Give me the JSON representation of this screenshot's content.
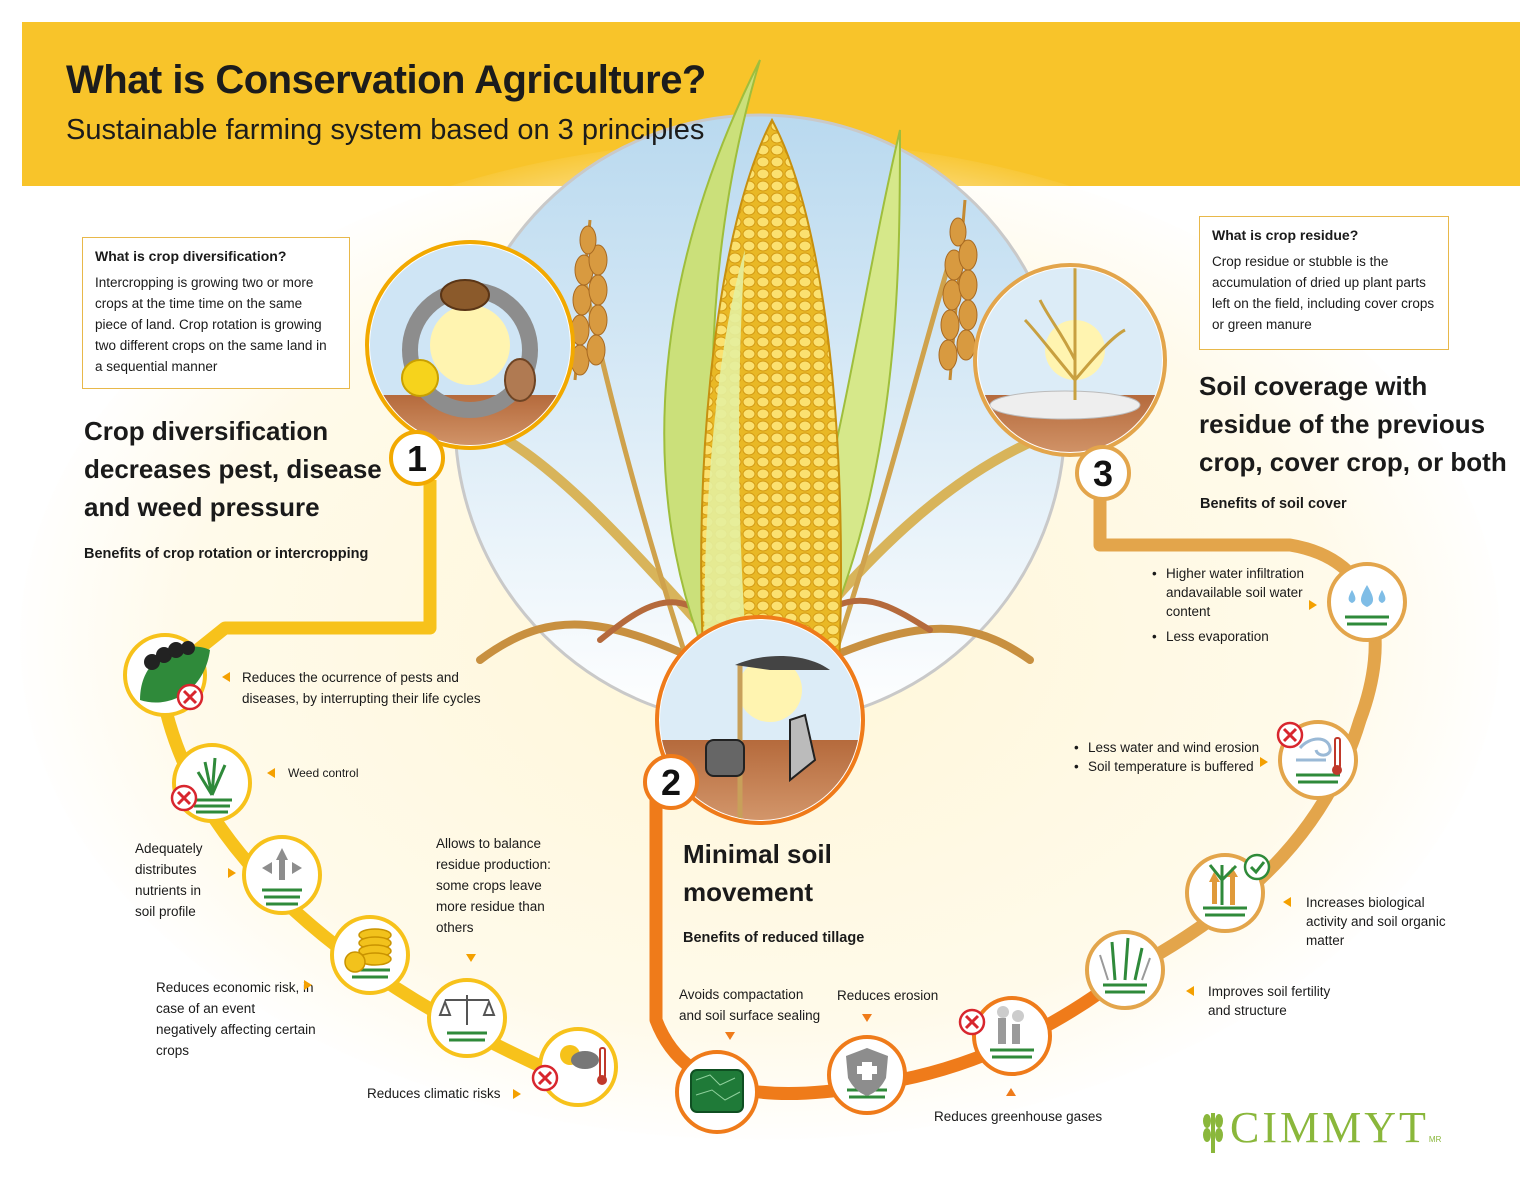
{
  "header": {
    "title": "What is Conservation Agriculture?",
    "subtitle": "Sustainable farming system based on 3 principles"
  },
  "colors": {
    "banner": "#f8c42a",
    "path_yellow": "#f7c21b",
    "path_orange": "#ef7b1a",
    "path_tan": "#e3a54b",
    "icon_green": "#2f8a3a",
    "red_x": "#d8262e"
  },
  "principle1": {
    "number": "1",
    "box_question": "What is crop diversification?",
    "box_answer": "Intercropping is growing two or more crops at the time time on the same piece of land. Crop rotation is growing two different crops on the same land in a sequential manner",
    "heading": "Crop diversification decreases pest, disease and weed pressure",
    "benefits_title": "Benefits of crop rotation or intercropping",
    "benefits": {
      "pests": "Reduces the ocurrence of pests and diseases, by interrupting their life cycles",
      "weeds": "Weed control",
      "nutrients": "Adequately distributes nutrients in soil profile",
      "residue": "Allows to balance residue production: some crops leave more residue than others",
      "economic": "Reduces economic risk, in case  of an event negatively affecting certain crops",
      "climatic": "Reduces climatic risks"
    }
  },
  "principle2": {
    "number": "2",
    "heading": "Minimal soil movement",
    "benefits_title": "Benefits of reduced tillage",
    "benefits": {
      "compaction": "Avoids compactation and soil surface sealing",
      "erosion": "Reduces erosion",
      "ghg": "Reduces greenhouse gases"
    }
  },
  "principle3": {
    "number": "3",
    "box_question": "What is crop residue?",
    "box_answer": "Crop residue or stubble is the accumulation of dried up plant parts left on the field, including cover crops or green manure",
    "heading": "Soil coverage with residue of the previous crop, cover crop, or both",
    "benefits_title": "Benefits of soil cover",
    "water": [
      "Higher water infiltration andavailable soil water content",
      "Less evaporation"
    ],
    "erosion": [
      "Less water and wind erosion",
      "Soil temperature is buffered"
    ],
    "biological": "Increases biological activity and soil organic matter",
    "fertility": "Improves soil fertility and structure"
  },
  "logo": {
    "text": "CIMMYT",
    "mark": "MR"
  },
  "icons": [
    "pest-leaf-icon",
    "weed-icon",
    "nutrient-distribution-icon",
    "coins-icon",
    "balance-scale-icon",
    "climate-icon",
    "compaction-icon",
    "erosion-shield-icon",
    "greenhouse-gas-icon",
    "fertility-icon",
    "biological-activity-icon",
    "wind-erosion-icon",
    "water-infiltration-icon",
    "red-x-icon",
    "checkmark-icon"
  ]
}
